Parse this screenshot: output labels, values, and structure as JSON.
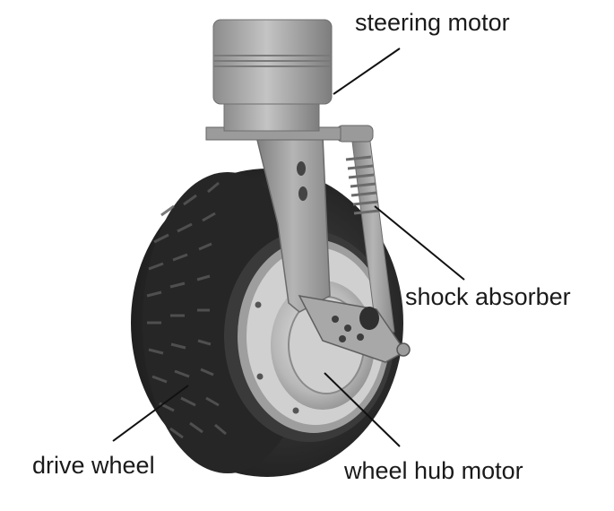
{
  "labels": {
    "steering_motor": "steering motor",
    "shock_absorber": "shock absorber",
    "drive_wheel": "drive wheel",
    "wheel_hub_motor": "wheel hub motor"
  },
  "colors": {
    "tire": "#2b2b2b",
    "metal": "#a9a9a9",
    "hub": "#c9c9c9",
    "leader": "#111111"
  }
}
